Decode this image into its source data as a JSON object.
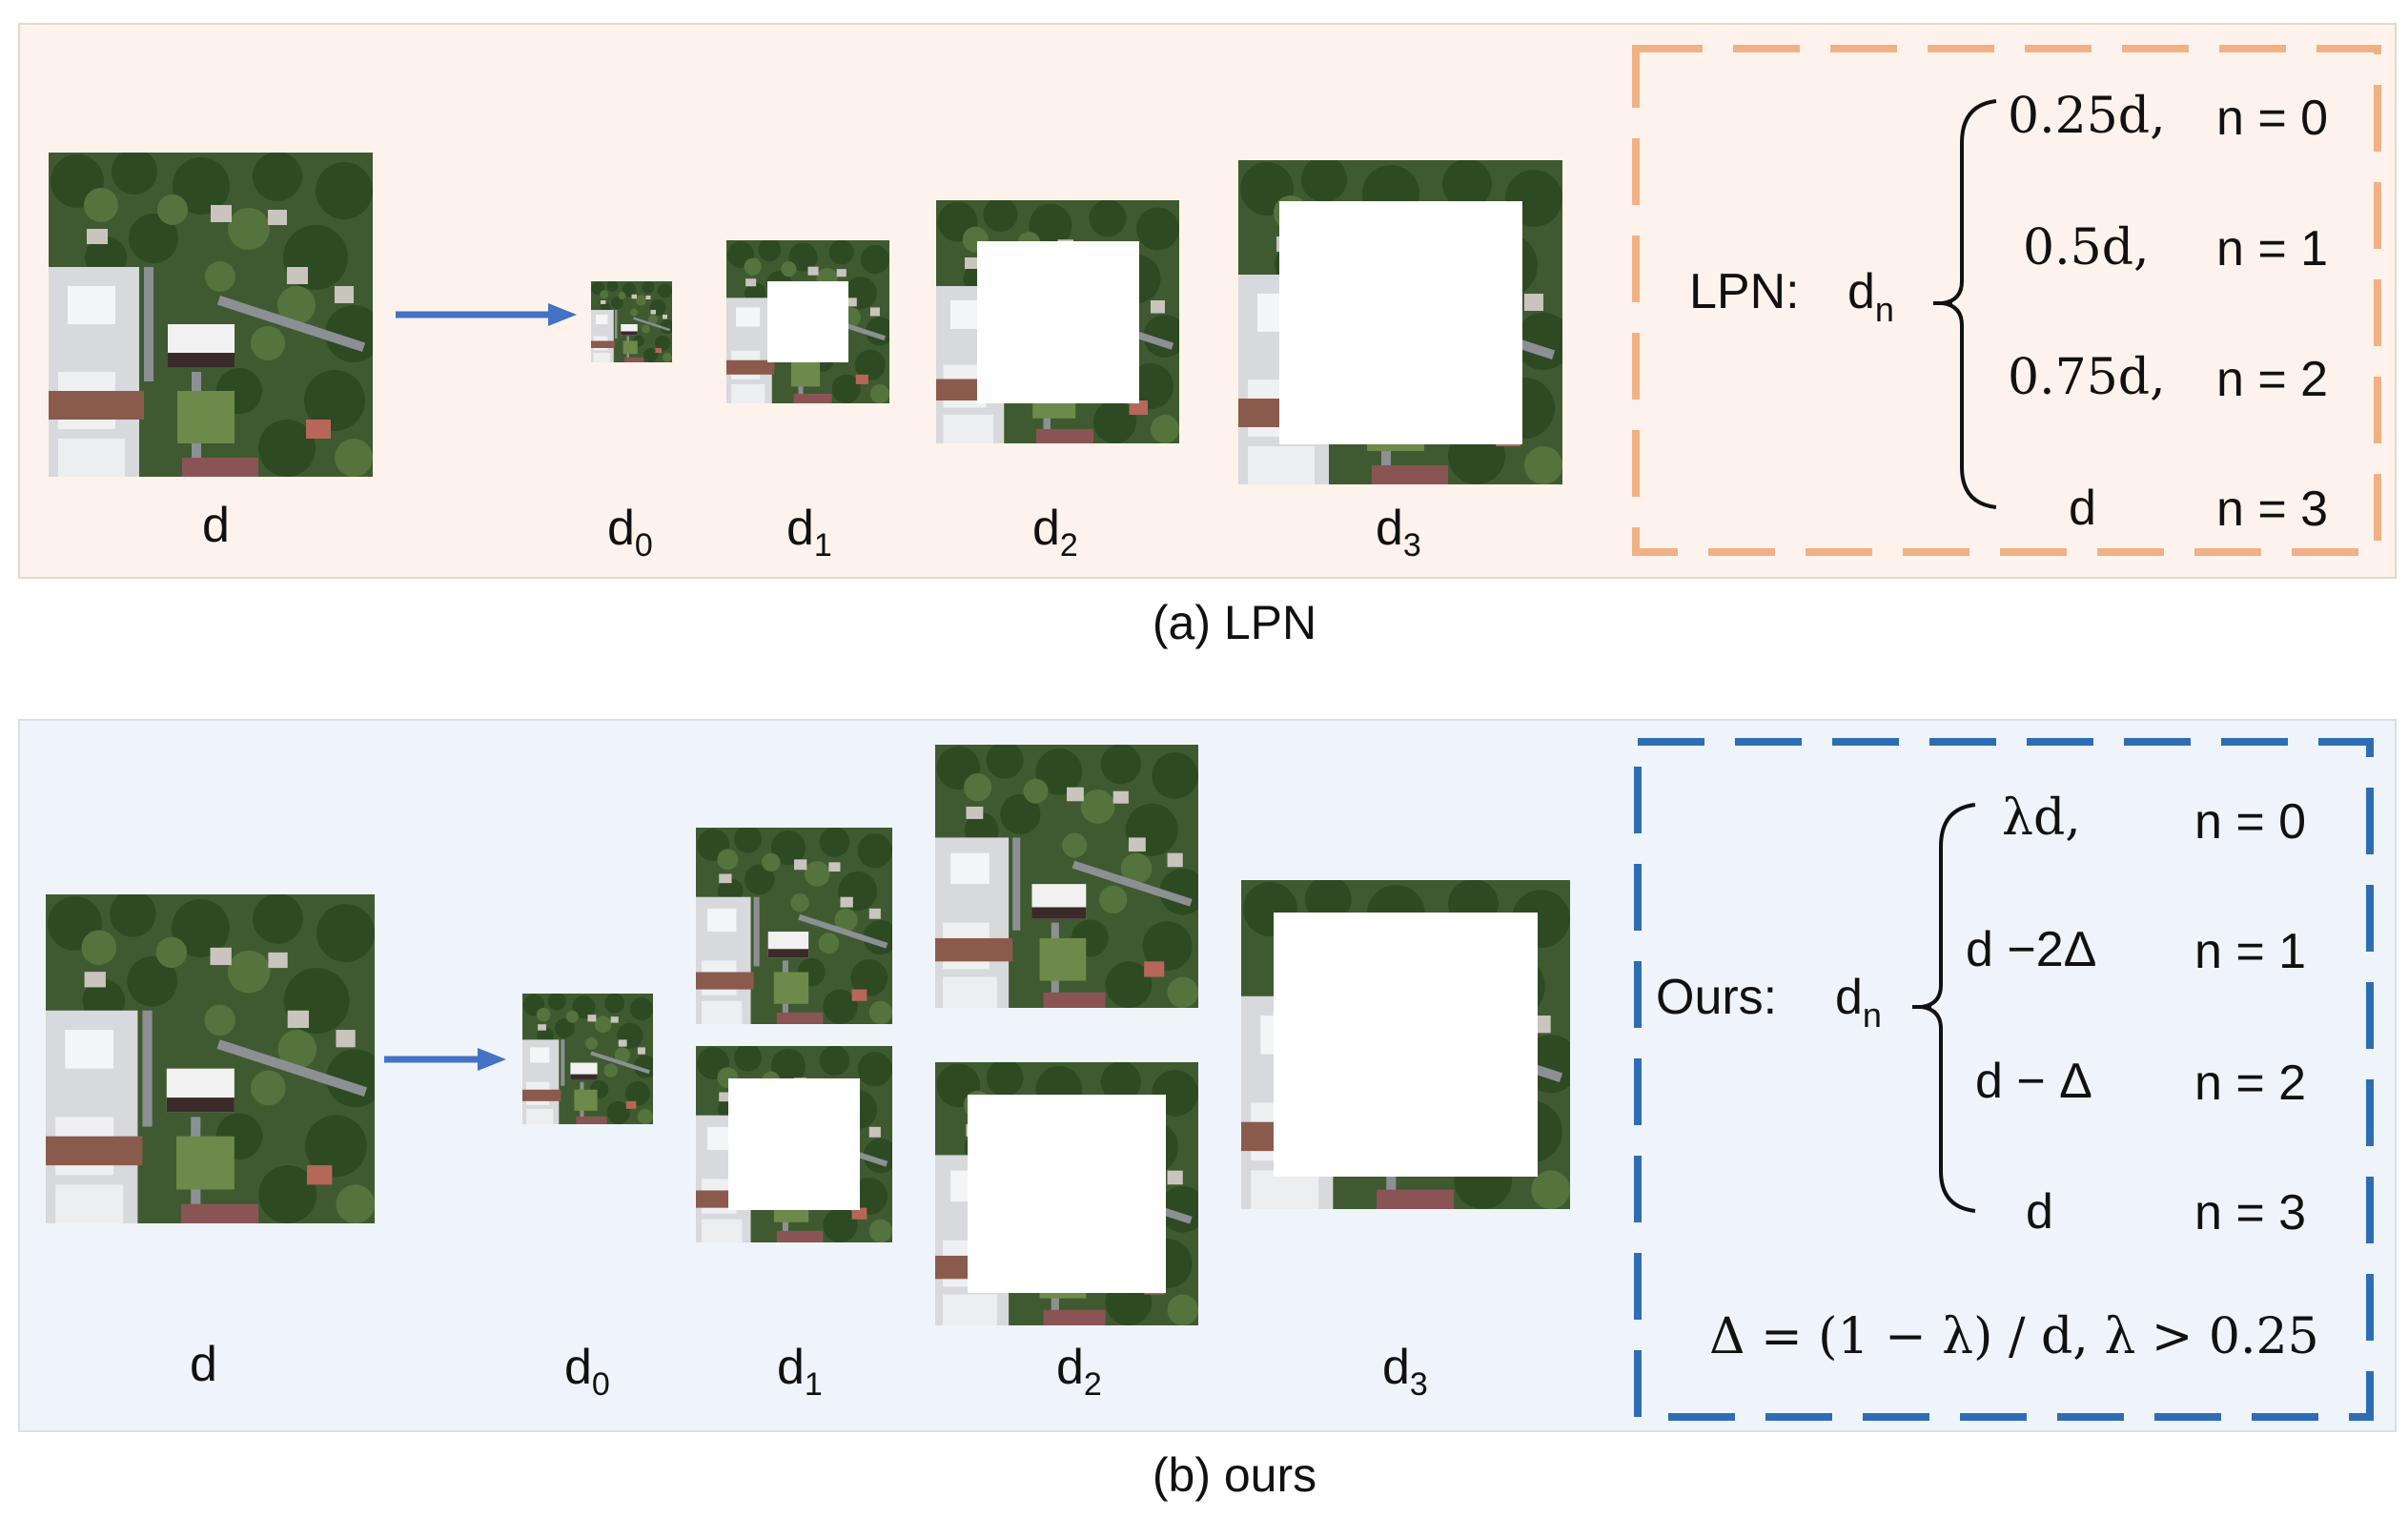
{
  "colors": {
    "panel_a_bg": "#fdf3ec",
    "panel_b_bg": "#eef4fa",
    "lpn_dash": "#f2b184",
    "ours_dash": "#2e6db4",
    "arrow": "#4472c4"
  },
  "panel_a": {
    "caption": "(a) LPN",
    "labels": {
      "d": "d",
      "d0_base": "d",
      "d0_sub": "0",
      "d1_base": "d",
      "d1_sub": "1",
      "d2_base": "d",
      "d2_sub": "2",
      "d3_base": "d",
      "d3_sub": "3"
    },
    "formula": {
      "prefix": "LPN:",
      "lhs_base": "d",
      "lhs_sub": "n",
      "cases": [
        {
          "value": "0.25d,",
          "cond": "n  = 0"
        },
        {
          "value": "0.5d,",
          "cond": "n  = 1"
        },
        {
          "value": "0.75d,",
          "cond": "n  = 2"
        },
        {
          "value": "d",
          "cond": "n  = 3"
        }
      ]
    }
  },
  "panel_b": {
    "caption": "(b) ours",
    "labels": {
      "d": "d",
      "d0_base": "d",
      "d0_sub": "0",
      "d1_base": "d",
      "d1_sub": "1",
      "d2_base": "d",
      "d2_sub": "2",
      "d3_base": "d",
      "d3_sub": "3"
    },
    "formula": {
      "prefix": "Ours:",
      "lhs_base": "d",
      "lhs_sub": "n",
      "cases": [
        {
          "value": "λd,",
          "cond": "n  = 0"
        },
        {
          "value": "d −2Δ",
          "cond": "n  = 1"
        },
        {
          "value": "d − Δ",
          "cond": "n  = 2"
        },
        {
          "value": "d",
          "cond": "n  = 3"
        }
      ],
      "footnote": "Δ = (1 − λ) / d,  λ  >  0.25"
    }
  }
}
